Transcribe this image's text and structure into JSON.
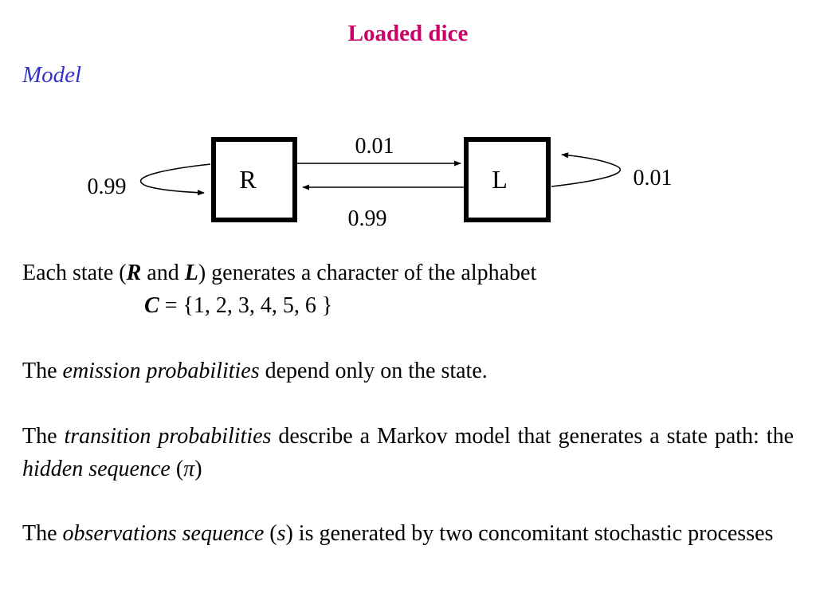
{
  "slide": {
    "title": "Loaded dice",
    "subtitle": "Model"
  },
  "diagram": {
    "states": [
      "R",
      "L"
    ],
    "transitions": {
      "r_to_l": "0.01",
      "l_to_r": "0.99",
      "r_self": "0.99",
      "l_self": "0.01"
    }
  },
  "body": {
    "p1": {
      "t1": "Each state (",
      "r": "R",
      "t2": " and ",
      "l": "L",
      "t3": ")  generates a character of the alphabet",
      "c": "C",
      "t4": " = {1, 2, 3, 4, 5, 6 }"
    },
    "p2": {
      "t1": "The ",
      "em": "emission probabilities",
      "t2": " depend only on the state."
    },
    "p3": {
      "t1": "The ",
      "em1": "transition probabilities",
      "t2": " describe a Markov model that generates a state path: the ",
      "em2": "hidden sequence",
      "t3": " (",
      "pi": "π",
      "t4": ")"
    },
    "p4": {
      "t1": "The ",
      "em1": "observations sequence",
      "t2": " (",
      "s": "s",
      "t3": ") is generated by two concomitant stochastic processes"
    }
  },
  "colors": {
    "title": "#cc0066",
    "subtitle": "#3333cc",
    "text": "#000000"
  }
}
